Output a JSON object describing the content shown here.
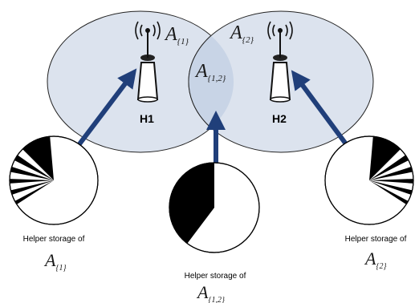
{
  "colors": {
    "circle_fill": "#dce3ee",
    "overlap_fill": "#c8d4e6",
    "circle_stroke": "#222222",
    "arrow": "#203f7a",
    "pie_dark": "#000000",
    "pie_light": "#ffffff"
  },
  "regions": [
    {
      "name": "A",
      "subscript": "{1}"
    },
    {
      "name": "A",
      "subscript": "{2}"
    },
    {
      "name": "A",
      "subscript": "{1,2}"
    }
  ],
  "helpers": [
    {
      "label": "H1",
      "icon": "antenna-tower-icon"
    },
    {
      "label": "H2",
      "icon": "antenna-tower-icon"
    }
  ],
  "storage_captions": [
    {
      "text": "Helper storage of",
      "set_name": "A",
      "set_subscript": "{1}"
    },
    {
      "text": "Helper storage of",
      "set_name": "A",
      "set_subscript": "{1,2}"
    },
    {
      "text": "Helper storage of",
      "set_name": "A",
      "set_subscript": "{2}"
    }
  ]
}
